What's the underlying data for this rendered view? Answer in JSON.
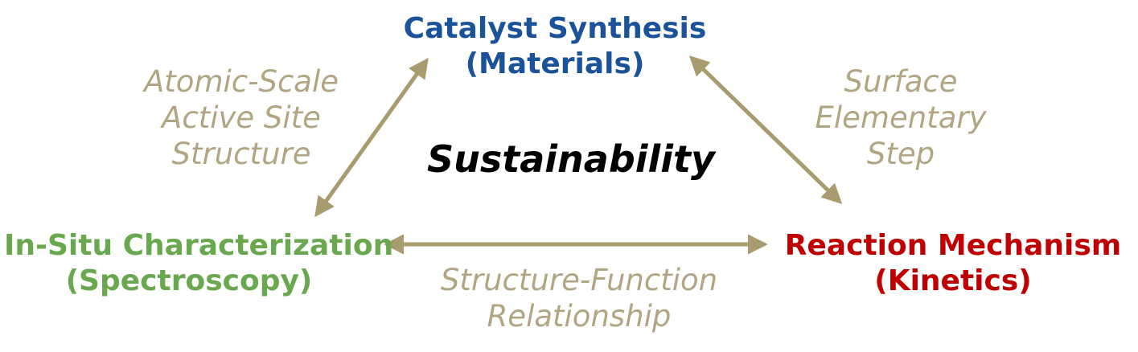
{
  "colors": {
    "arrow": "#a89b6e",
    "edge_text": "#b1a583",
    "top_node": "#1a5399",
    "left_node": "#6aa84f",
    "right_node": "#c00000",
    "center_text": "#000000"
  },
  "nodes": {
    "top": {
      "line1": "Catalyst Synthesis",
      "line2": "(Materials)"
    },
    "left": {
      "line1": "In-Situ Characterization",
      "line2": "(Spectroscopy)"
    },
    "right": {
      "line1": "Reaction Mechanism",
      "line2": "(Kinetics)"
    }
  },
  "center": {
    "label": "Sustainability"
  },
  "edges": {
    "left_top": {
      "line1": "Atomic-Scale",
      "line2": "Active Site",
      "line3": "Structure"
    },
    "top_right": {
      "line1": "Surface",
      "line2": "Elementary",
      "line3": "Step"
    },
    "left_right": {
      "line1": "Structure-Function",
      "line2": "Relationship"
    }
  }
}
